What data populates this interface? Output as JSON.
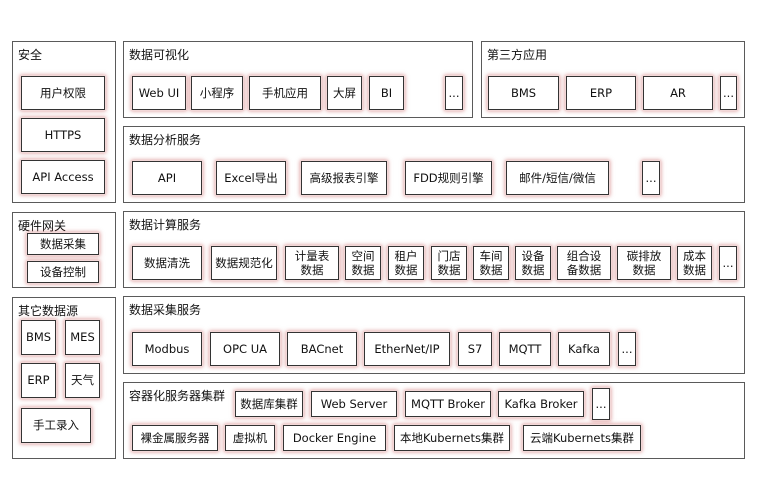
{
  "security": {
    "title": "安全",
    "items": [
      "用户权限",
      "HTTPS",
      "API Access"
    ]
  },
  "hardware_gateway": {
    "title": "硬件网关",
    "items": [
      "数据采集",
      "设备控制"
    ]
  },
  "other_sources": {
    "title": "其它数据源",
    "items": [
      "BMS",
      "MES",
      "ERP",
      "天气",
      "手工录入"
    ]
  },
  "visualization": {
    "title": "数据可视化",
    "items": [
      "Web UI",
      "小程序",
      "手机应用",
      "大屏",
      "BI",
      "..."
    ]
  },
  "third_party": {
    "title": "第三方应用",
    "items": [
      "BMS",
      "ERP",
      "AR",
      "..."
    ]
  },
  "analysis": {
    "title": "数据分析服务",
    "items": [
      "API",
      "Excel导出",
      "高级报表引擎",
      "FDD规则引擎",
      "邮件/短信/微信",
      "..."
    ]
  },
  "compute": {
    "title": "数据计算服务",
    "items": [
      "数据清洗",
      "数据规范化",
      "计量表\n数据",
      "空间\n数据",
      "租户\n数据",
      "门店\n数据",
      "车间\n数据",
      "设备\n数据",
      "组合设\n备数据",
      "碳排放\n数据",
      "成本\n数据",
      "..."
    ]
  },
  "collection": {
    "title": "数据采集服务",
    "items": [
      "Modbus",
      "OPC UA",
      "BACnet",
      "EtherNet/IP",
      "S7",
      "MQTT",
      "Kafka",
      "..."
    ]
  },
  "container": {
    "title": "容器化服务器集群",
    "row1": [
      "数据库集群",
      "Web Server",
      "MQTT Broker",
      "Kafka  Broker",
      "..."
    ],
    "row2": [
      "裸金属服务器",
      "虚拟机",
      "Docker Engine",
      "本地Kubernets集群",
      "云端Kubernets集群"
    ]
  }
}
